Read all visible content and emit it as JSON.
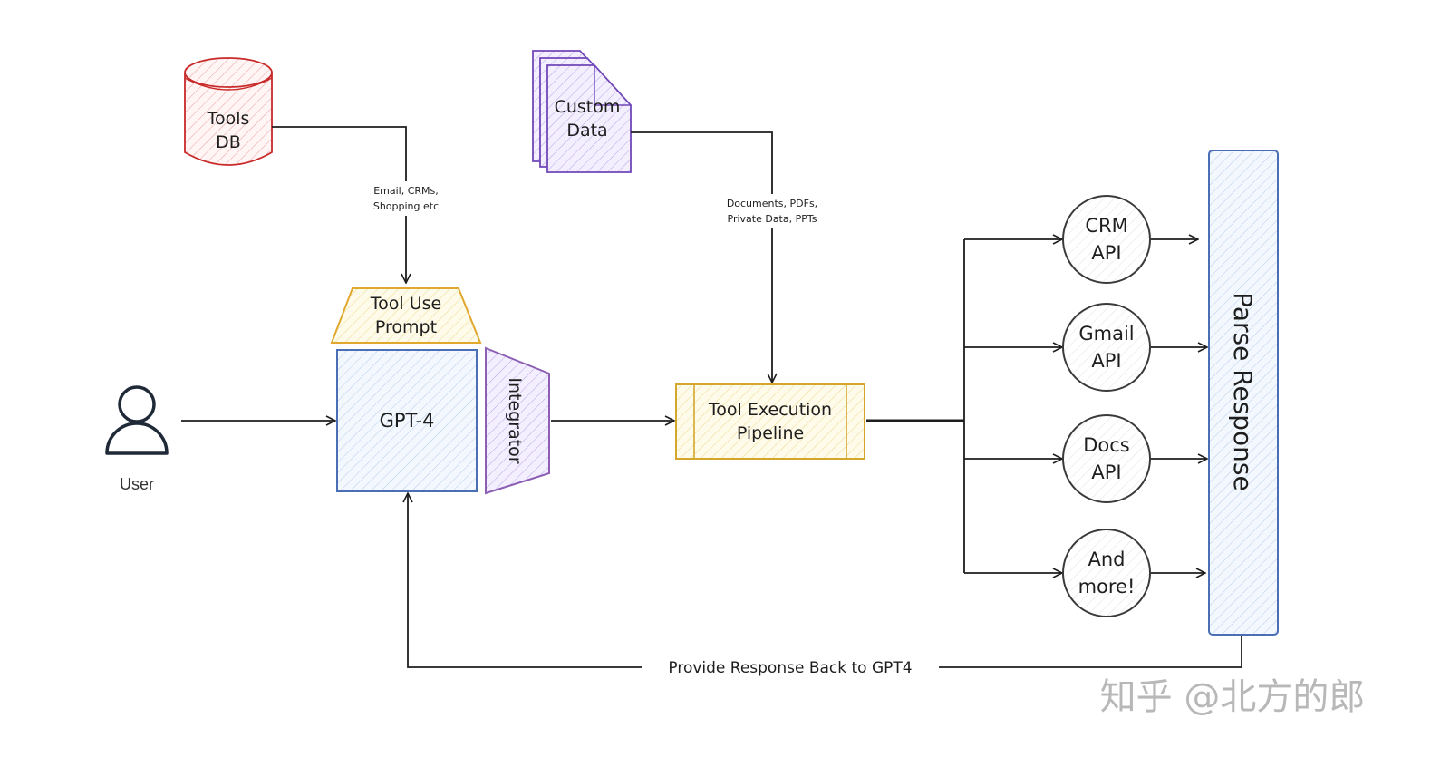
{
  "nodes": {
    "tools_db": {
      "line1": "Tools",
      "line2": "DB",
      "color": "#c92a2a",
      "fill": "#ffc9c9"
    },
    "custom_data": {
      "line1": "Custom",
      "line2": "Data",
      "color": "#6741d9",
      "fill": "#d0bfff"
    },
    "tool_use_prompt": {
      "line1": "Tool Use",
      "line2": "Prompt",
      "color": "#e6a800",
      "fill": "#ffec99"
    },
    "gpt4": {
      "label": "GPT-4",
      "color": "#4a6fb5",
      "fill": "#d0e3ff"
    },
    "integrator": {
      "label": "Integrator",
      "color": "#8c5fb5",
      "fill": "#e5dbff"
    },
    "user": {
      "label": "User",
      "color": "#1f2937"
    },
    "tool_execution": {
      "line1": "Tool Execution",
      "line2": "Pipeline",
      "color": "#d4a72c",
      "fill": "#fff3bf"
    },
    "apis": [
      {
        "line1": "CRM",
        "line2": "API"
      },
      {
        "line1": "Gmail",
        "line2": "API"
      },
      {
        "line1": "Docs",
        "line2": "API"
      },
      {
        "line1": "And",
        "line2": "more!"
      }
    ],
    "parse_response": {
      "label": "Parse Response",
      "color": "#4a6fb5",
      "fill": "#d0e3ff"
    }
  },
  "edges": {
    "tools_label": {
      "line1": "Email, CRMs,",
      "line2": "Shopping etc"
    },
    "data_label": {
      "line1": "Documents, PDFs,",
      "line2": "Private Data, PPTs"
    },
    "feedback_label": "Provide Response Back to GPT4"
  },
  "watermark": "知乎 @北方的郎"
}
